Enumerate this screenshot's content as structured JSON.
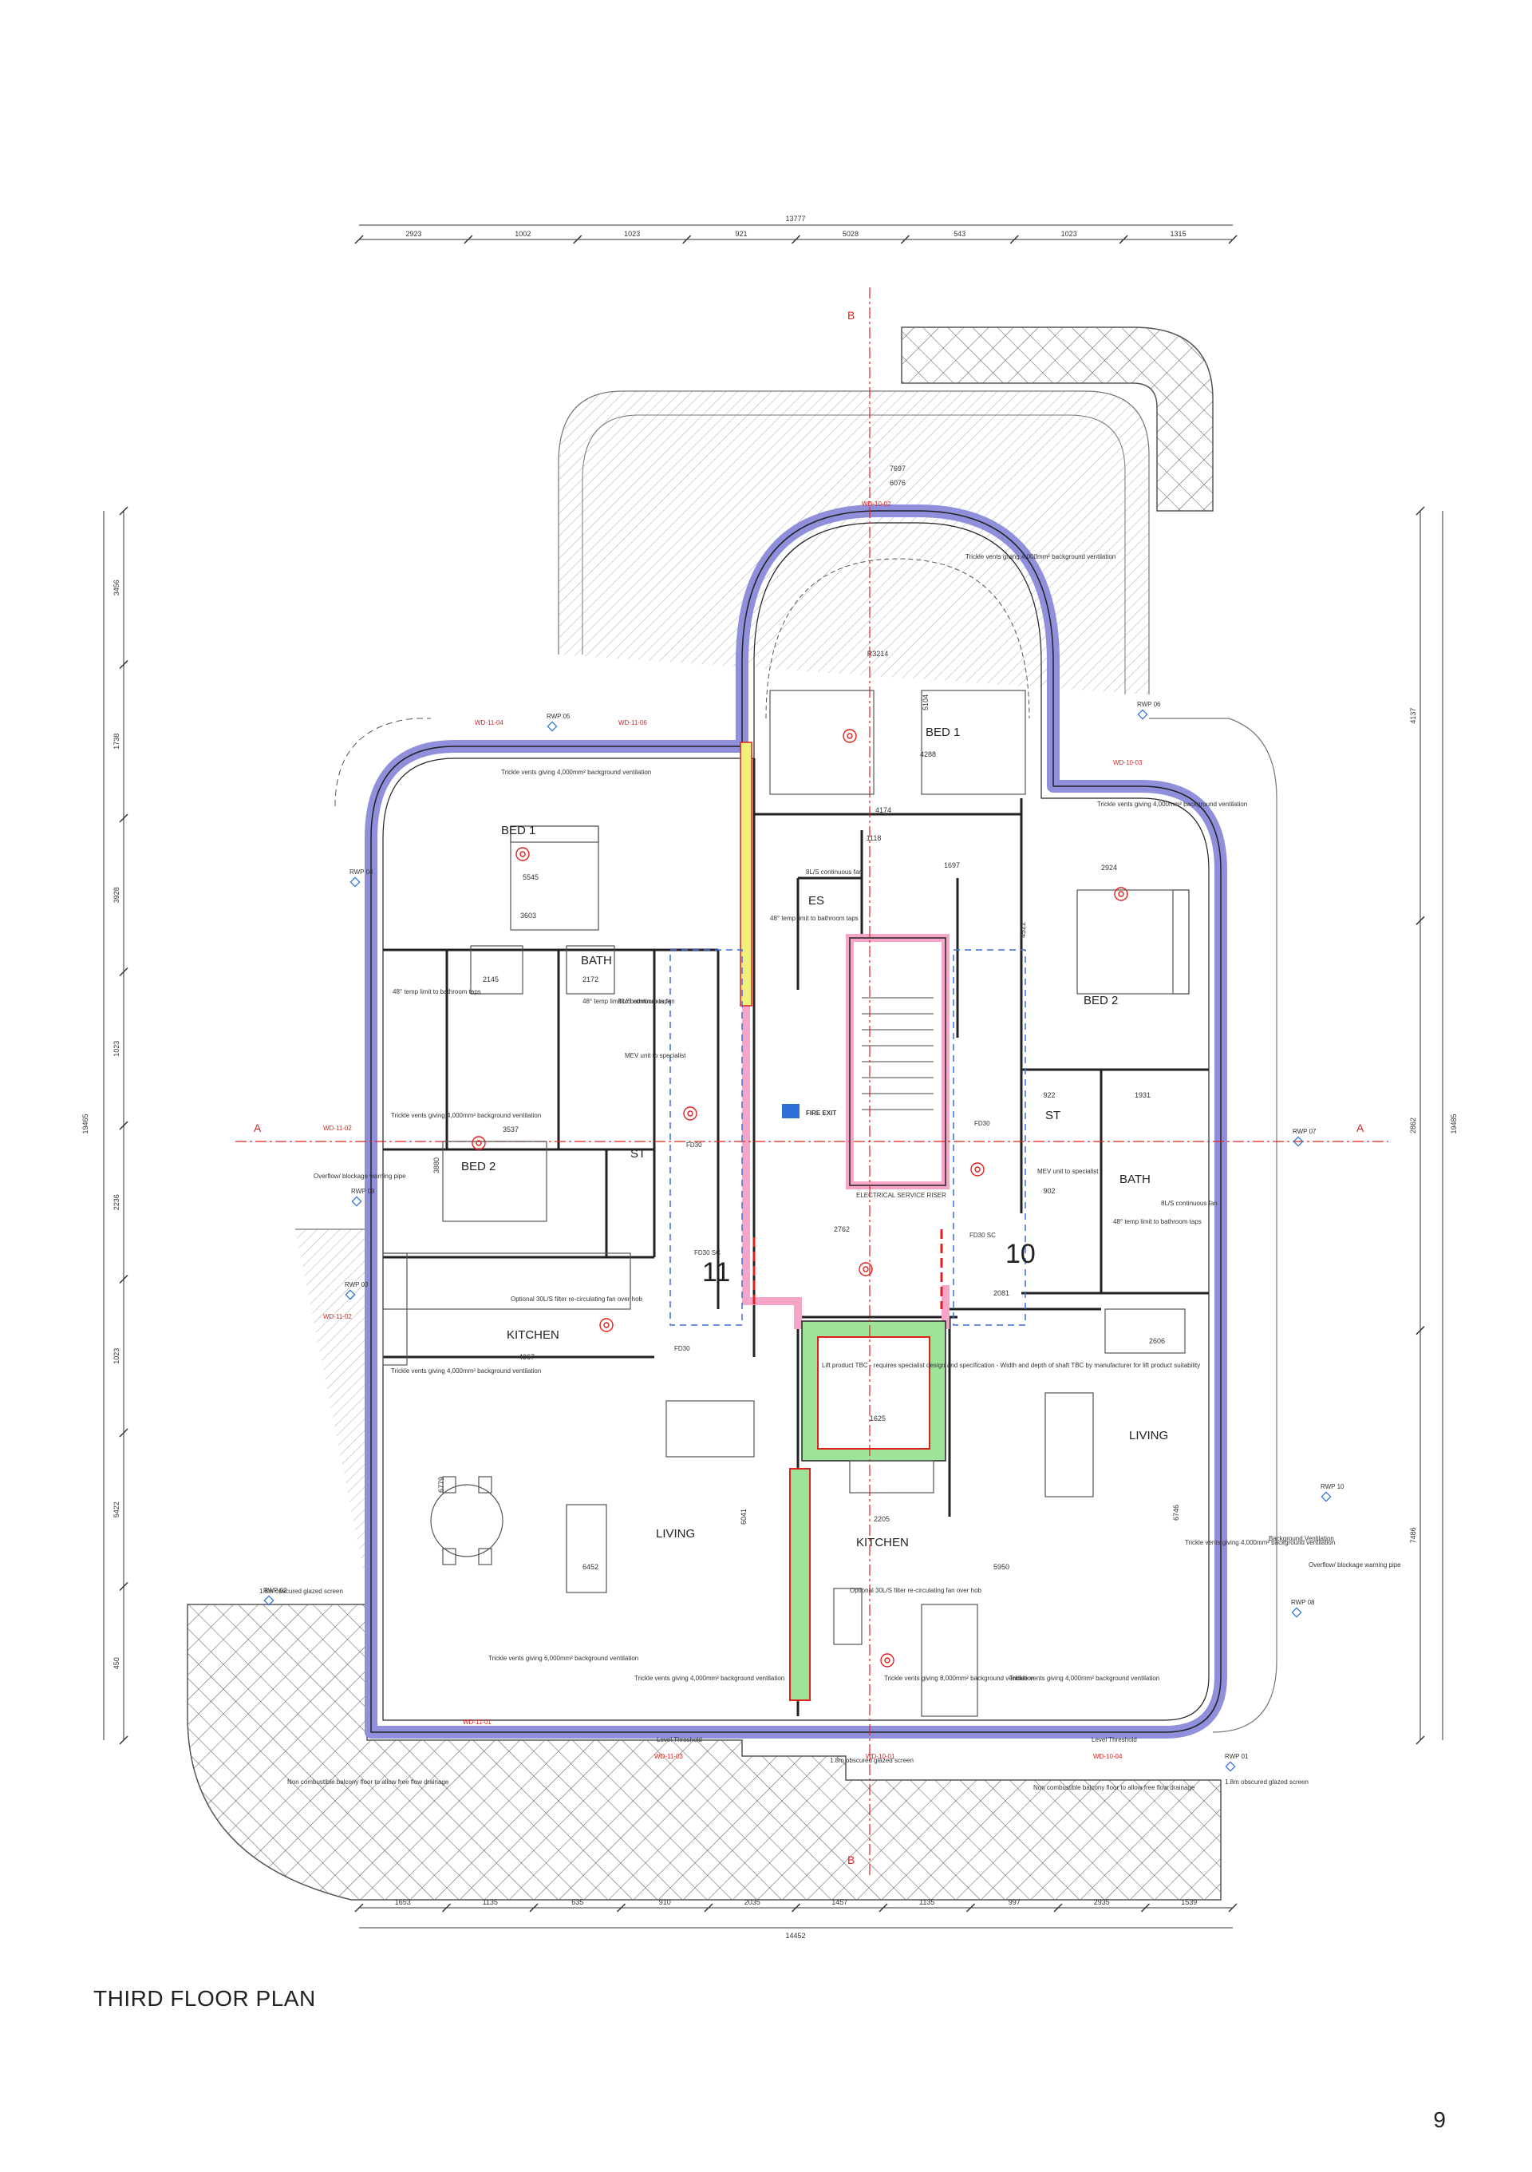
{
  "page": {
    "title": "THIRD FLOOR PLAN",
    "number": "9"
  },
  "colors": {
    "wall": "#8f8fdc",
    "fire_route": "#e0201d",
    "lift": "#9ee39a",
    "hatch": "#555555",
    "stair": "#f5a6c8"
  },
  "dimensions": {
    "top_overall": "13777",
    "top_segments": [
      "2923",
      "1002",
      "1023",
      "921",
      "5028",
      "543",
      "1023",
      "1315"
    ],
    "bottom_overall": "14452",
    "bottom_segments": [
      "1653",
      "1135",
      "635",
      "910",
      "2035",
      "1457",
      "1135",
      "997",
      "2935",
      "1539"
    ],
    "left_overall": "19465",
    "left_segments": [
      "3456",
      "1738",
      "3928",
      "1023",
      "2236",
      "1023",
      "5422",
      "450"
    ],
    "right_overall": "19485",
    "right_segments": [
      "4137",
      "2862",
      "7486"
    ],
    "internal": {
      "bay_top": "7697",
      "bay_inner": "6076",
      "bay_radius": "R3214",
      "bay_depth": "5104",
      "bed1_width": "4288",
      "bed1_depth": "4174",
      "bed1_left_width": "5545",
      "bed1_left_small": "3603",
      "bath_w1": "2145",
      "bath_w2": "2172",
      "bed2_left_width": "3537",
      "bed2_left_depth": "3880",
      "kitchen_left_width": "4367",
      "living_left_width": "6452",
      "living_left_depth": "6779",
      "hall_depth": "6041",
      "bed2_right_width": "2924",
      "bed2_right_depth": "4522",
      "flat10_hall": "2081",
      "living_right_width": "5950",
      "living_right_depth": "6746",
      "kitchen_right": "2205",
      "lift_w": "1625",
      "st_w": "922",
      "st_right": "1931",
      "living_right_top": "2606",
      "ens_w": "1118",
      "ens_d": "1697",
      "bath_right_w": "902",
      "lobby_w": "2762"
    }
  },
  "rooms": {
    "bed1_centre": "BED 1",
    "bed1_left": "BED 1",
    "bed2_left": "BED 2",
    "bed2_right": "BED 2",
    "bath_left": "BATH",
    "bath_right": "BATH",
    "st_left": "ST",
    "st_right": "ST",
    "es": "ES",
    "kitchen_left": "KITCHEN",
    "kitchen_right": "KITCHEN",
    "living_left": "LIVING",
    "living_right": "LIVING",
    "flat_11": "11",
    "flat_10": "10"
  },
  "sections": {
    "a_left": "A",
    "a_right": "A",
    "b_top": "B",
    "b_bottom": "B"
  },
  "rwp": [
    "RWP 05",
    "RWP 06",
    "RWP 04",
    "RWP 07",
    "RWP 09",
    "RWP 03",
    "RWP 02",
    "RWP 08",
    "RWP 01",
    "RWP 10"
  ],
  "window_refs": [
    "WD-10-02",
    "WD-11-04",
    "WD-11-06",
    "WD-10-03",
    "WD-11-02",
    "WD-11-02",
    "WD-11-01",
    "WD-10-01",
    "WD-11-03",
    "WD-10-04"
  ],
  "notes": {
    "trickle_1": "Trickle vents giving 4,000mm² background ventilation",
    "trickle_2": "Trickle vents giving 6,000mm² background ventilation",
    "trickle_3": "Trickle vents giving 8,000mm² background ventilation",
    "lift": "Lift product TBC - requires specialist design and specification - Width and depth of shaft TBC by manufacturer for lift product suitability",
    "extract": "Optional 30L/S filter re-circulating fan over hob",
    "bath_fan": "8L/S continuous fan",
    "tmv": "48° temp limit to bathroom taps",
    "mev": "MEV unit to specialist",
    "fire_exit": "FIRE EXIT",
    "level_threshold": "Level Threshold",
    "glazed_screen": "1.8m obscured glazed screen",
    "balcony_left": "Non combustible balcony floor to allow free flow drainage",
    "balcony_right": "Non combustible balcony floor to allow free flow drainage",
    "overflow_left": "Overflow/ blockage warning pipe",
    "overflow_right": "Overflow/ blockage warning pipe",
    "bg_vent": "Background Ventilation",
    "electrical": "ELECTRICAL SERVICE RISER",
    "fd30": "FD30",
    "fd30sc": "FD30 SC"
  }
}
